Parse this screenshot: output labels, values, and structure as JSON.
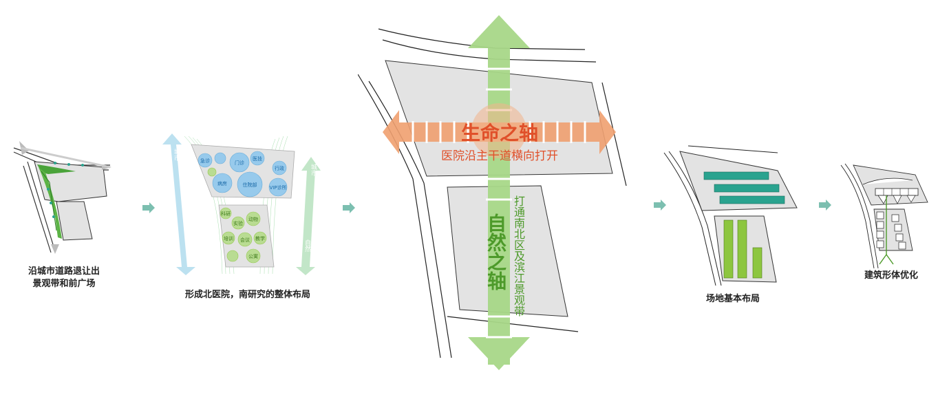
{
  "colors": {
    "site_gray": "#e3e3e3",
    "green_axis": "#a8d888",
    "orange_axis": "#f0a070",
    "red_text": "#e0502a",
    "dark_green_text": "#4d9a2a",
    "teal": "#2aa38f",
    "lime": "#8dc63f",
    "arrow_teal": "#7cbfb0",
    "blue_circle": "#8fc8ee",
    "green_circle": "#b5dc8a"
  },
  "panel1": {
    "caption_line1": "沿城市道路退让出",
    "caption_line2": "景观带和前广场"
  },
  "panel2": {
    "caption": "形成北医院，南研究的整体布局",
    "side_label_top": "城市",
    "side_label_bottom": "自然",
    "north_bubbles": [
      "急诊",
      "门诊",
      "医技",
      "病房",
      "住院部",
      "VIP诊所",
      "行政"
    ],
    "south_bubbles": [
      "科研",
      "实验",
      "培训",
      "动物",
      "教学",
      "公寓",
      "会议"
    ]
  },
  "panel3": {
    "life_axis_title": "生命之轴",
    "life_axis_sub": "医院沿主干道横向打开",
    "nature_axis_title": "自然之轴",
    "nature_axis_sub": "打通南北区及滨江景观带"
  },
  "panel4": {
    "caption": "场地基本布局"
  },
  "panel5": {
    "caption": "建筑形体优化"
  },
  "flow_arrows": [
    "step-arrow-1",
    "step-arrow-2",
    "step-arrow-3",
    "step-arrow-4"
  ]
}
